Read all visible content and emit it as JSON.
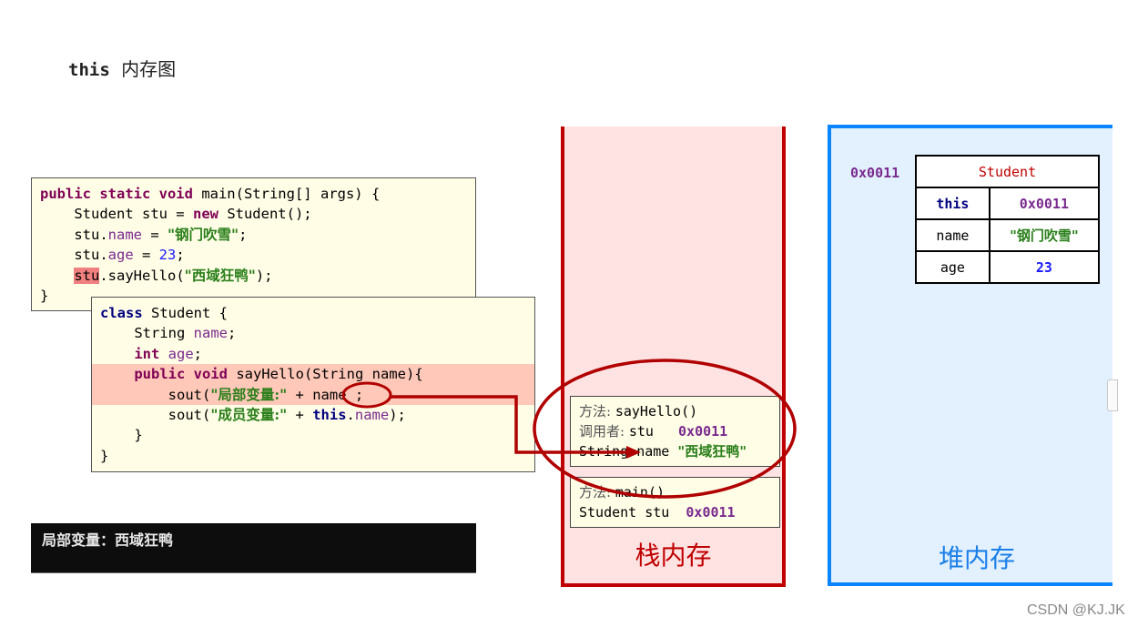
{
  "title": {
    "keyword": "this",
    "text": "内存图"
  },
  "main_code": {
    "lines": [
      {
        "parts": [
          [
            "k",
            "public static void "
          ],
          [
            "",
            "main(String[] args) {"
          ]
        ]
      },
      {
        "parts": [
          [
            "",
            "    Student stu = "
          ],
          [
            "k",
            "new"
          ],
          [
            "",
            " Student();"
          ]
        ]
      },
      {
        "parts": [
          [
            "",
            "    stu."
          ],
          [
            "f",
            "name"
          ],
          [
            "",
            " = "
          ],
          [
            "s",
            "\"钢门吹雪\""
          ],
          [
            "",
            ";"
          ]
        ]
      },
      {
        "parts": [
          [
            "",
            "    stu."
          ],
          [
            "f",
            "age"
          ],
          [
            "",
            " = "
          ],
          [
            "n",
            "23"
          ],
          [
            "",
            ";"
          ]
        ]
      },
      {
        "parts": [
          [
            "",
            "    "
          ],
          [
            "hl-stu",
            "stu"
          ],
          [
            "",
            ".sayHello("
          ],
          [
            "s",
            "\"西域狂鸭\""
          ],
          [
            "",
            ");"
          ]
        ]
      },
      {
        "parts": [
          [
            "",
            "}"
          ]
        ]
      }
    ]
  },
  "class_code": {
    "lines": [
      {
        "parts": [
          [
            "k2",
            "class"
          ],
          [
            "",
            " Student {"
          ]
        ]
      },
      {
        "parts": [
          [
            "",
            "    String "
          ],
          [
            "f",
            "name"
          ],
          [
            "",
            ";"
          ]
        ]
      },
      {
        "parts": [
          [
            "",
            "    "
          ],
          [
            "k",
            "int"
          ],
          [
            " ",
            " "
          ],
          [
            "f",
            "age"
          ],
          [
            "",
            ";"
          ]
        ]
      },
      {
        "highlight": true,
        "parts": [
          [
            "",
            "    "
          ],
          [
            "k",
            "public void"
          ],
          [
            "",
            " sayHello(String name){"
          ]
        ]
      },
      {
        "highlight": true,
        "parts": [
          [
            "",
            "        sout("
          ],
          [
            "s",
            "\"局部变量:\""
          ],
          [
            "",
            " + name ;"
          ]
        ]
      },
      {
        "parts": [
          [
            "",
            "        sout("
          ],
          [
            "s",
            "\"成员变量:\""
          ],
          [
            "",
            " + "
          ],
          [
            "k2",
            "this"
          ],
          [
            "",
            "."
          ],
          [
            "f",
            "name"
          ],
          [
            "",
            ");"
          ]
        ]
      },
      {
        "parts": [
          [
            "",
            "    }"
          ]
        ]
      },
      {
        "parts": [
          [
            "",
            "}"
          ]
        ]
      }
    ]
  },
  "stack": {
    "label": "栈内存",
    "frames": [
      {
        "method_label": "方法: ",
        "method": "sayHello()",
        "caller_label": "调用者: ",
        "caller": "stu",
        "caller_addr": "0x0011",
        "param_type": "String ",
        "param_name": "name ",
        "param_value": "\"西域狂鸭\""
      },
      {
        "method_label": "方法: ",
        "method": "main()",
        "var_decl": "Student stu",
        "var_addr": "0x0011"
      }
    ]
  },
  "heap": {
    "label": "堆内存",
    "object_addr": "0x0011",
    "object": {
      "class_name": "Student",
      "fields": [
        {
          "key": "this",
          "value": "0x0011"
        },
        {
          "key": "name",
          "value": "\"钢门吹雪\""
        },
        {
          "key": "age",
          "value": "23"
        }
      ]
    }
  },
  "console": {
    "output": "局部变量：西域狂鸭"
  },
  "watermark": "CSDN @KJ.JK",
  "colors": {
    "stack_border": "#c00000",
    "stack_bg": "#ffe3e3",
    "heap_border": "#0a84ff",
    "heap_bg": "#e3f1ff",
    "annotation": "#b00000"
  }
}
